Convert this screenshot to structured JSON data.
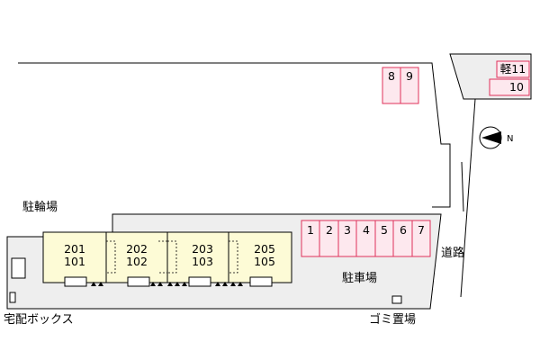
{
  "labels": {
    "bicycle_parking": "駐輪場",
    "delivery_box": "宅配ボックス",
    "parking_lot": "駐車場",
    "garbage_area": "ゴミ置場",
    "road": "道路"
  },
  "units": [
    {
      "upper": "201",
      "lower": "101"
    },
    {
      "upper": "202",
      "lower": "102"
    },
    {
      "upper": "203",
      "lower": "103"
    },
    {
      "upper": "205",
      "lower": "105"
    }
  ],
  "parking_main": [
    "1",
    "2",
    "3",
    "4",
    "5",
    "6",
    "7"
  ],
  "parking_top": [
    "8",
    "9"
  ],
  "parking_annex": {
    "kei": "軽11",
    "regular": "10"
  },
  "colors": {
    "building_fill": "#fdfbd6",
    "parking_fill": "#fde8ee",
    "parking_stroke": "#e0305a",
    "lot_fill": "#eeeeee"
  },
  "compass": "N"
}
